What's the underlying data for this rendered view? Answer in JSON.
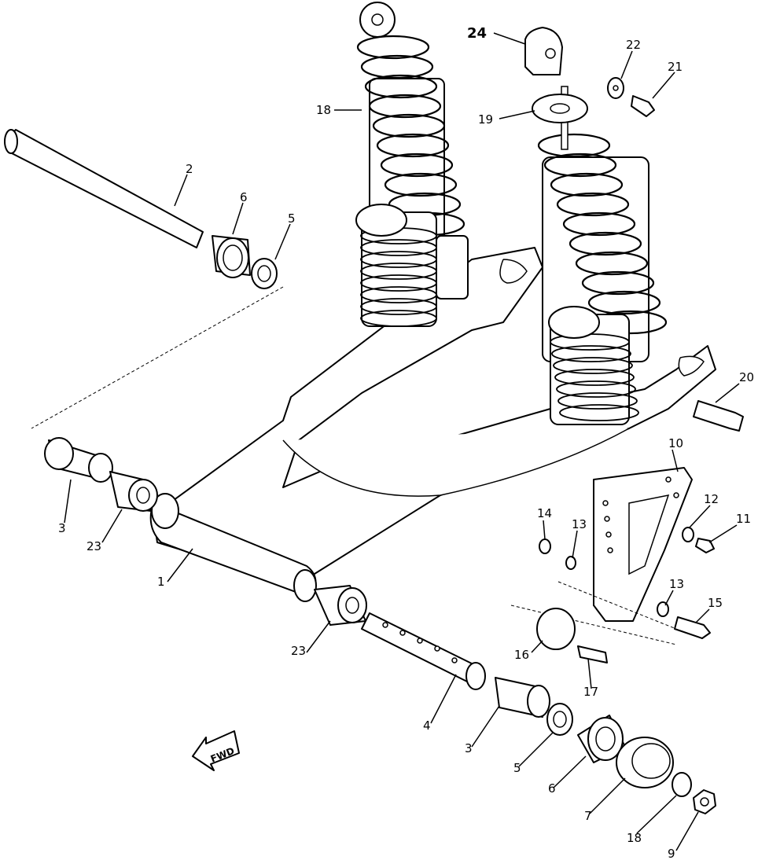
{
  "labels": {
    "l24": "24",
    "l22": "22",
    "l21": "21",
    "l18_top": "18",
    "l19": "19",
    "l2": "2",
    "l6_top": "6",
    "l5_top": "5",
    "l20": "20",
    "l10": "10",
    "l14": "14",
    "l13_top": "13",
    "l12": "12",
    "l11": "11",
    "l13_bottom": "13",
    "l15": "15",
    "l3_left": "3",
    "l23_left": "23",
    "l1": "1",
    "l23_bottom": "23",
    "l16": "16",
    "l17": "17",
    "l4": "4",
    "l3_bottom": "3",
    "l5_bottom": "5",
    "l6_bottom": "6",
    "l7": "7",
    "l18_bottom": "18",
    "l9": "9"
  },
  "fwd": "FWD"
}
